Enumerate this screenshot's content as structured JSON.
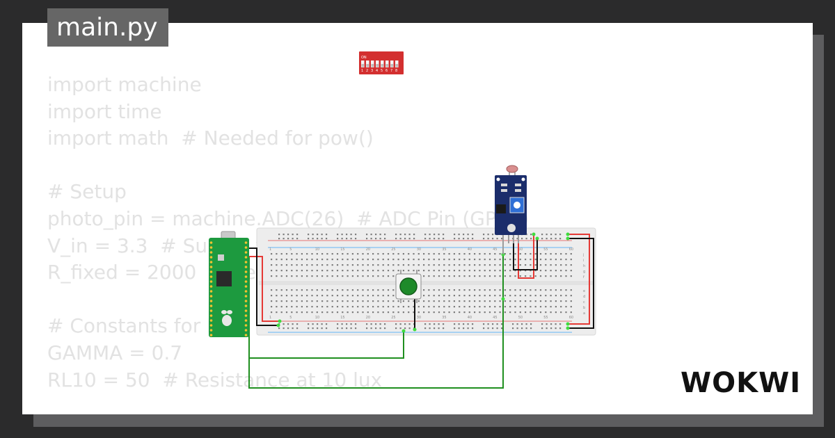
{
  "project": {
    "filename": "main.py",
    "brand": "WOKWI"
  },
  "code": {
    "lines": [
      "import machine",
      "import time",
      "import math  # Needed for pow()",
      "",
      "# Setup",
      "photo_pin = machine.ADC(26)  # ADC Pin (GP26)",
      "V_in = 3.3  # Supply voltage",
      "R_fixed = 2000  # Resistor",
      "",
      "# Constants for LDR",
      "GAMMA = 0.7",
      "RL10 = 50  # Resistance at 10 lux"
    ]
  },
  "breadboard": {
    "column_numbers": [
      "1",
      "5",
      "10",
      "15",
      "20",
      "25",
      "30",
      "35",
      "40",
      "45",
      "50",
      "55",
      "60"
    ],
    "row_letters_top": [
      "j",
      "i",
      "h",
      "g",
      "f"
    ],
    "row_letters_bottom": [
      "e",
      "d",
      "c",
      "b",
      "a"
    ]
  },
  "dip_switch": {
    "on_label": "ON",
    "numbers": [
      "1",
      "2",
      "3",
      "4",
      "5",
      "6",
      "7",
      "8"
    ],
    "color": "#d32f2f"
  },
  "colors": {
    "wire_red": "#e53935",
    "wire_black": "#111111",
    "wire_green": "#1f8f1f",
    "pico_green": "#1d9a3f",
    "sensor_blue": "#1b2d6b",
    "button_green": "#1e8a2a"
  }
}
